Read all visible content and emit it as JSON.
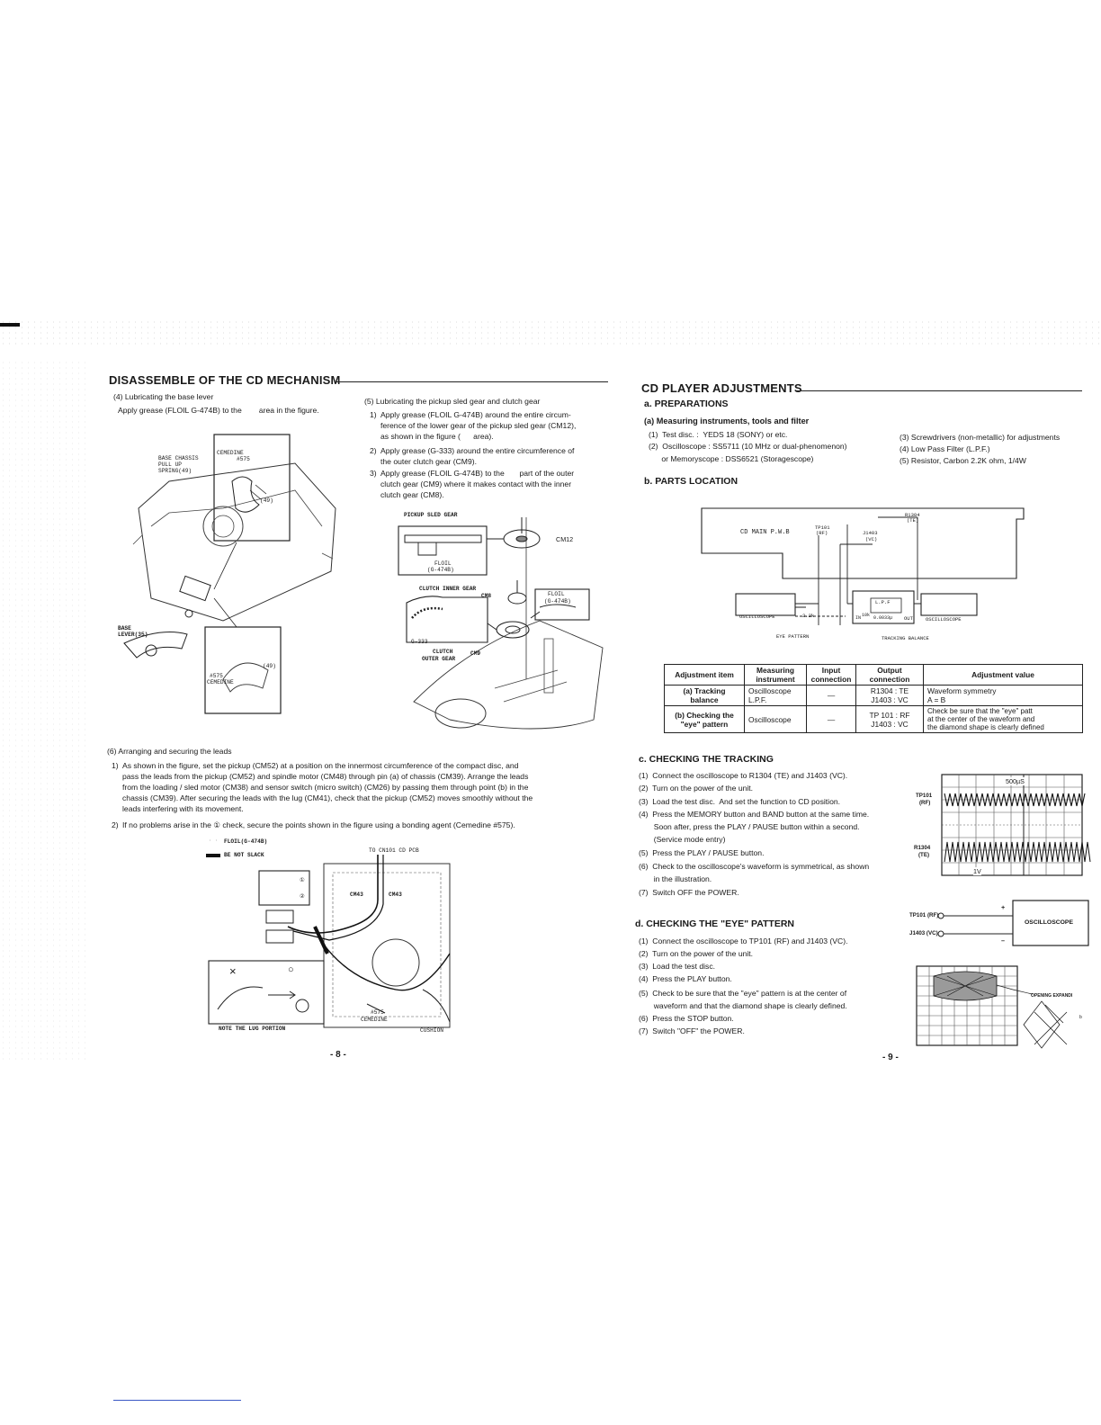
{
  "left_page": {
    "title": "DISASSEMBLE OF THE CD MECHANISM",
    "step4": {
      "heading": "(4)  Lubricating the base lever",
      "text": "Apply grease (FLOIL G-474B) to the        area in the figure."
    },
    "fig1": {
      "base_chassis": "BASE CHASSIS",
      "pull_up": "PULL UP",
      "spring": "SPRING(49)",
      "cemedine_top": "CEMEDINE",
      "n575_top": "#575",
      "n49_a": "(49)",
      "base_lever": "BASE",
      "base_lever2": "LEVER(35)",
      "n575_bot": "#575",
      "cemedine_bot": "CEMEDINE",
      "n49_b": "(49)"
    },
    "step5": {
      "heading": "(5)  Lubricating the pickup sled gear and clutch gear",
      "items": [
        {
          "num": "1)",
          "lines": [
            "Apply grease (FLOIL G-474B) around the entire circum-",
            "ference of the lower gear of the pickup sled gear (CM12),",
            "as shown in the figure (      area)."
          ]
        },
        {
          "num": "2)",
          "lines": [
            "Apply grease (G-333) around the entire circumference of",
            "the outer clutch gear (CM9)."
          ]
        },
        {
          "num": "3)",
          "lines": [
            "Apply grease (FLOIL G-474B) to the       part of the outer",
            "clutch gear (CM9) where it makes contact with the inner",
            "clutch gear (CM8)."
          ]
        }
      ]
    },
    "fig2": {
      "pickup_sled_gear": "PICKUP SLED GEAR",
      "cm12": "CM12",
      "floil": "FLOIL",
      "g474b": "(G-474B)",
      "clutch_inner_gear": "CLUTCH INNER GEAR",
      "cm8": "CM8",
      "floil2": "FLOIL",
      "g474b2": "(G-474B)",
      "g333": "G-333",
      "clutch": "CLUTCH",
      "cm9": "CM9",
      "outer_gear": "OUTER GEAR"
    },
    "step6": {
      "heading": "(6)  Arranging and securing the leads",
      "item1_num": "1)",
      "item1_lines": [
        "As shown in the figure, set the pickup (CM52) at a position on the innermost circumference of the compact disc, and",
        "pass the leads from the pickup (CM52) and spindle motor (CM48) through pin (a) of chassis (CM39).  Arrange the leads",
        "from the loading / sled motor (CM38) and sensor switch (micro switch) (CM26) by passing them through point (b) in the",
        "chassis (CM39).  After securing the leads with the lug (CM41), check that the pickup (CM52) moves smoothly without the",
        "leads interfering with its movement."
      ],
      "item2_num": "2)",
      "item2_text": "If no problems arise in the ① check, secure the points shown in the figure using a bonding agent (Cemedine #575)."
    },
    "fig3": {
      "legend_floil": "FLOIL(G-474B)",
      "legend_slack": "BE NOT SLACK",
      "to_cn101": "TO CN101  CD PCB",
      "cm43_a": "CM43",
      "cm43_b": "CM43",
      "circ1": "①",
      "circ2": "②",
      "mark_x": "×",
      "mark_o": "○",
      "n575": "#575",
      "cemedine": "CEMEDINE",
      "cushion": "CUSHION",
      "note_lug": "NOTE THE LUG PORTION"
    },
    "page_number": "- 8 -"
  },
  "right_page": {
    "title": "CD PLAYER ADJUSTMENTS",
    "sec_a": "a.  PREPARATIONS",
    "sub_a": "(a)  Measuring instruments, tools and filter",
    "tools_left": [
      "(1)  Test disc. :  YEDS 18 (SONY) or etc.",
      "(2)  Oscilloscope : SS5711 (10 MHz or dual-phenomenon)",
      "      or Memoryscope : DSS6521 (Storagescope)"
    ],
    "tools_right": [
      "(3)  Screwdrivers (non-metallic) for adjustments",
      "(4)  Low Pass Filter (L.P.F.)",
      "(5)  Resistor, Carbon  2.2K ohm, 1/4W"
    ],
    "sec_b": "b.  PARTS LOCATION",
    "parts_fig": {
      "cd_main_pwb": "CD  MAIN  P.W.B",
      "tp101": "TP101",
      "rf": "(RF)",
      "j1403": "J1403",
      "vc": "(VC)",
      "r1304": "R1304",
      "te": "(TE)",
      "oscilloscope1": "OSCILLOSCOPE",
      "r22k": "2.2k",
      "lpf": "L.P.F",
      "in": "IN",
      "r10k": "10k",
      "cap": "0.0033µ",
      "out": "OUT",
      "oscilloscope2": "OSCILLOSCOPE",
      "eye_pattern": "EYE  PATTERN",
      "tracking_balance": "TRACKING  BALANCE"
    },
    "table": {
      "headers": [
        "Adjustment item",
        "Measuring instrument",
        "Input connection",
        "Output connection",
        "Adjustment value"
      ],
      "rows": [
        {
          "item": "(a)  Tracking balance",
          "instrument": "Oscilloscope L.P.F.",
          "input": "—",
          "output1": "R1304 : TE",
          "output2": "J1403 : VC",
          "value1": "Waveform symmetry",
          "value2": "A = B"
        },
        {
          "item": "(b)  Checking the \"eye\" pattern",
          "instrument": "Oscilloscope",
          "input": "—",
          "output1": "TP 101 : RF",
          "output2": "J1403 : VC",
          "value1": "Check be sure that the \"eye\" patt",
          "value2": "at the center of the waveform and",
          "value3": "the diamond shape is clearly defined"
        }
      ]
    },
    "sec_c": "c.  CHECKING THE TRACKING",
    "tracking_steps": [
      "(1)  Connect the oscilloscope to R1304 (TE) and J1403 (VC).",
      "(2)  Turn on the power of the unit.",
      "(3)  Load the test disc.  And set the function to CD position.",
      "(4)  Press the MEMORY button and BAND button at the same time.",
      "       Soon after, press the PLAY / PAUSE button within a second.",
      "       (Service mode entry)",
      "(5)  Press the PLAY / PAUSE button.",
      "(6)  Check to the oscilloscope's waveform is symmetrical, as shown",
      "       in the illustration.",
      "(7)  Switch OFF the POWER."
    ],
    "scope1": {
      "time_div": "500µS",
      "tp101": "TP101",
      "rf": "(RF)",
      "r1304": "R1304",
      "te": "(TE)",
      "volt_div": "1V"
    },
    "scope2": {
      "tp101": "TP101 (RF)",
      "j1403": "J1403 (VC)",
      "oscilloscope": "OSCILLOSCOPE",
      "plus": "+",
      "minus": "–"
    },
    "sec_d": "d.  CHECKING THE \"EYE\" PATTERN",
    "eye_steps": [
      "(1)  Connect the oscilloscope to TP101 (RF) and J1403 (VC).",
      "(2)  Turn on the power of the unit.",
      "(3)  Load the test disc.",
      "(4)  Press the PLAY button.",
      "(5)  Check to be sure that the \"eye\" pattern is at the center of",
      "       waveform and that the diamond shape is clearly defined.",
      "(6)  Press the STOP button.",
      "(7)  Switch \"OFF\" the POWER."
    ],
    "eye_fig": {
      "opening_expand": "OPENING EXPANDI",
      "b": "b"
    },
    "page_number": "- 9 -"
  },
  "colors": {
    "ink": "#1a1a1a",
    "paper": "#ffffff",
    "link_line": "#3a57c4"
  }
}
